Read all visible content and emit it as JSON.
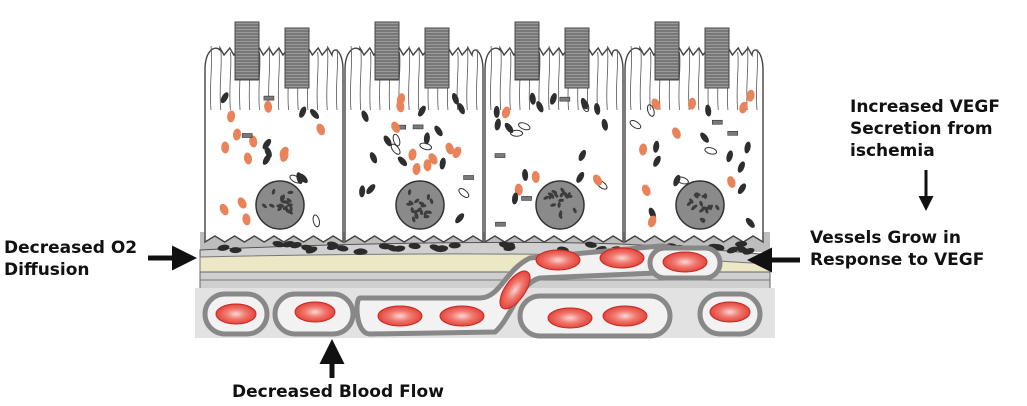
{
  "labels": {
    "decreased_o2": [
      "Decreased O2",
      "Diffusion"
    ],
    "vessels_grow": [
      "Vessels Grow in",
      "Response to VEGF"
    ],
    "increased_vegf": [
      "Increased VEGF",
      "Secretion from",
      "ischemia"
    ],
    "decreased_flow": "Decreased Blood Flow"
  },
  "colors": {
    "rbc": "#e8473f",
    "rbc_light": "#f7a39d",
    "organelle_orange": "#e8835a",
    "membrane_tan": "#ece7c4",
    "vessel_wall": "#c8c8c8",
    "cell_outline": "#444444",
    "nucleus": "#8a8a8a"
  }
}
